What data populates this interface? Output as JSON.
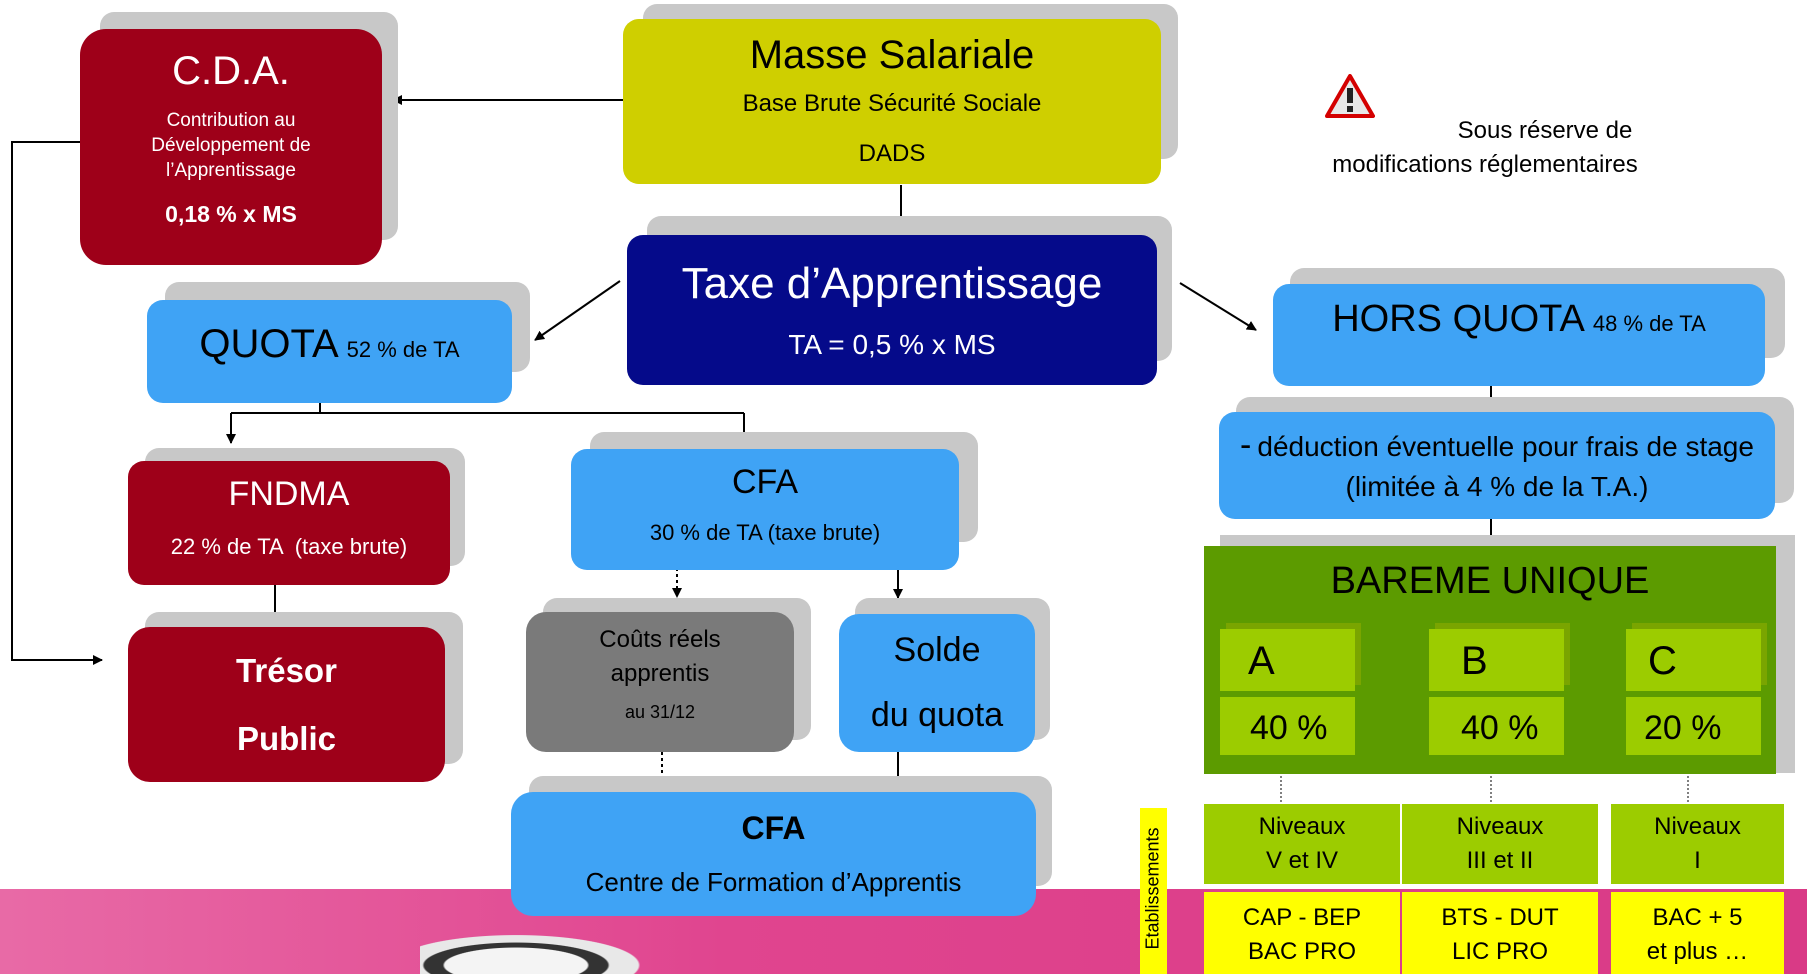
{
  "warning_icon": "warning-triangle-icon",
  "colors": {
    "blue": "#3fa3f5",
    "red": "#9e0019",
    "navy": "#050a8a",
    "olive": "#cfcf00",
    "grey": "#7a7a7a",
    "green": "#5c9b00",
    "lime": "#9ccc00",
    "yellow": "#ffff00",
    "pink": "#e0458f"
  },
  "masse": {
    "title": "Masse Salariale",
    "line1": "Base Brute Sécurité Sociale",
    "line2": "DADS"
  },
  "cda": {
    "title": "C.D.A.",
    "desc": "Contribution au Développement de l’Apprentissage",
    "rate": "0,18 % x MS"
  },
  "warning": {
    "text": "Sous réserve de modifications réglementaires"
  },
  "taxe": {
    "title": "Taxe d’Apprentissage",
    "formula": "TA = 0,5 % x MS"
  },
  "quota": {
    "title": "QUOTA",
    "rate": "52 % de TA"
  },
  "hors_quota": {
    "title": "HORS QUOTA",
    "rate": "48 % de TA"
  },
  "fndma": {
    "title": "FNDMA",
    "rate": "22 % de TA  (taxe brute)"
  },
  "cfa_quota": {
    "title": "CFA",
    "rate": "30 % de TA (taxe brute)"
  },
  "deduction": {
    "dash": "-",
    "text": "déduction éventuelle pour frais de stage (limitée à 4 % de la T.A.)"
  },
  "tresor": {
    "line1": "Trésor",
    "line2": "Public"
  },
  "couts": {
    "line1": "Coûts réels",
    "line2": "apprentis",
    "line3": "au 31/12"
  },
  "solde": {
    "line1": "Solde",
    "line2": "du quota"
  },
  "cfa_final": {
    "title": "CFA",
    "subtitle": "Centre de Formation d’Apprentis"
  },
  "bareme": {
    "title": "BAREME UNIQUE",
    "categories": [
      {
        "letter": "A",
        "pct": "40 %",
        "niveaux": "Niveaux",
        "niveaux_detail": "V et IV",
        "diplomes1": "CAP - BEP",
        "diplomes2": "BAC PRO"
      },
      {
        "letter": "B",
        "pct": "40 %",
        "niveaux": "Niveaux",
        "niveaux_detail": "III et II",
        "diplomes1": "BTS - DUT",
        "diplomes2": "LIC PRO"
      },
      {
        "letter": "C",
        "pct": "20 %",
        "niveaux": "Niveaux",
        "niveaux_detail": "I",
        "diplomes1": "BAC + 5",
        "diplomes2": "et plus …"
      }
    ]
  },
  "etablissements": "Etablissements"
}
